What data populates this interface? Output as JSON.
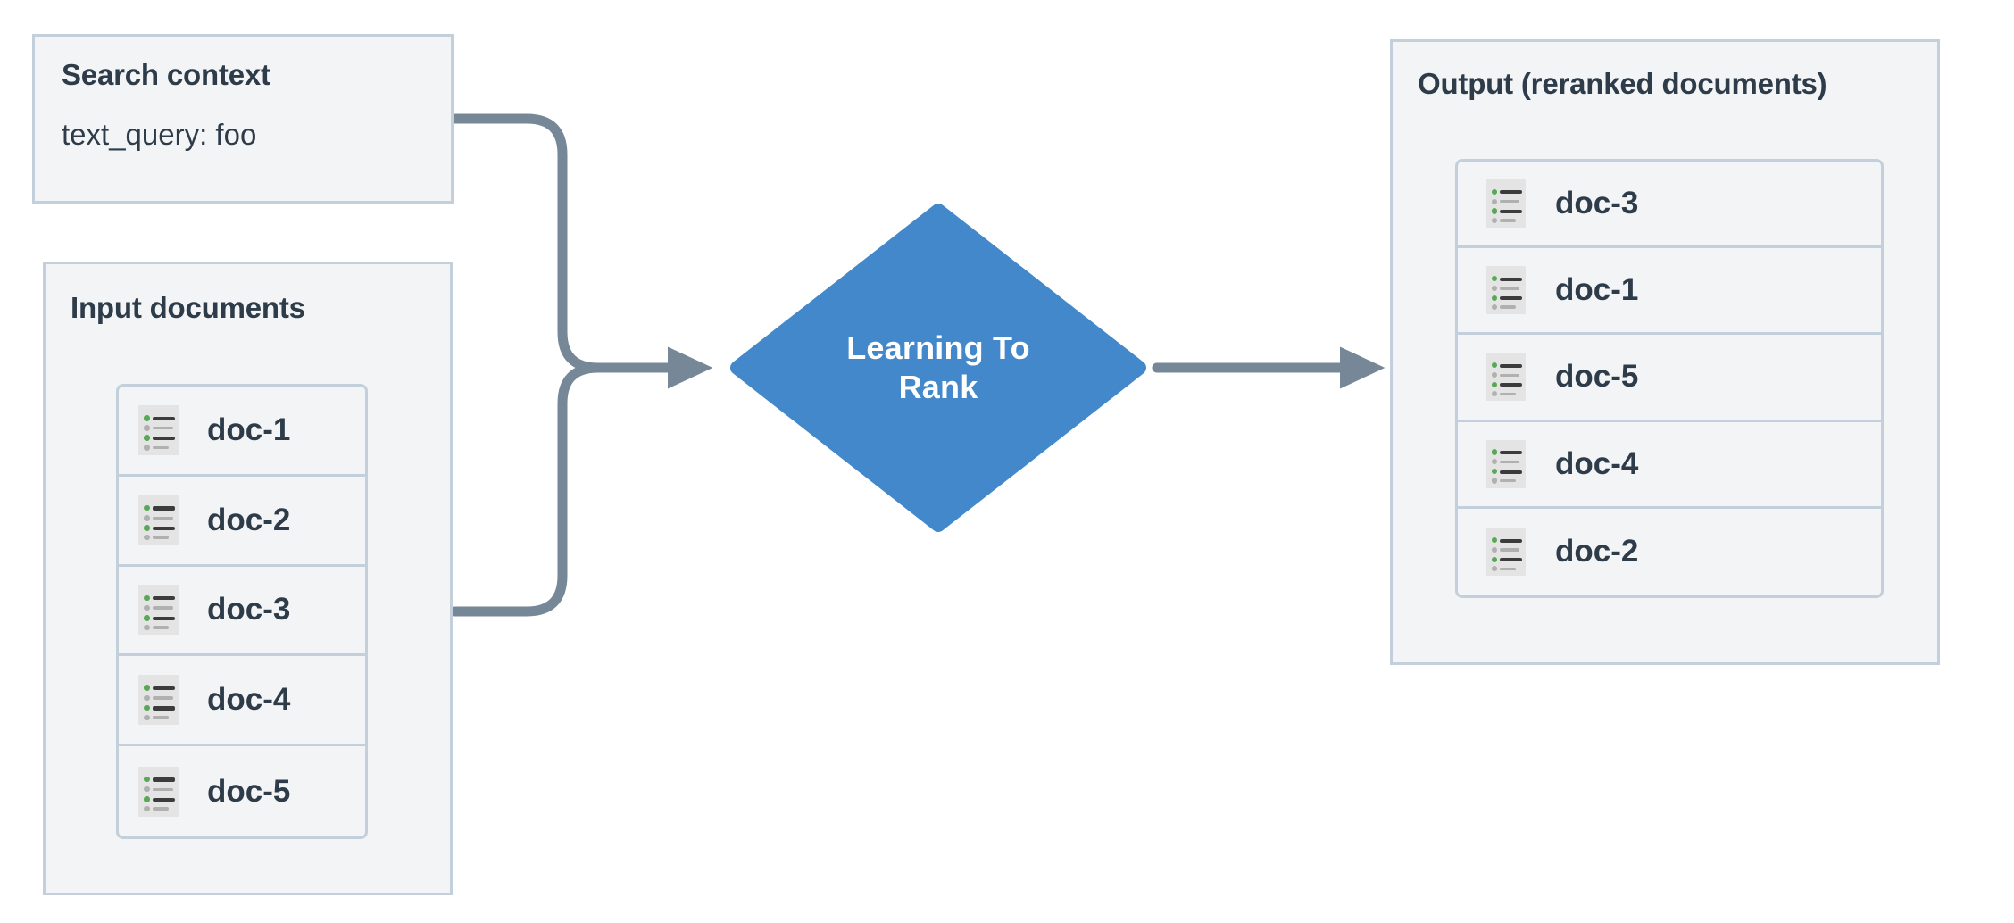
{
  "diagram": {
    "title": "Learning To Rank reranking flow",
    "colors": {
      "panel_bg": "#f2f4f6",
      "panel_border": "#c3cfda",
      "text": "#2e3b49",
      "node_fill": "#4288ca",
      "node_text": "#ffffff",
      "connector": "#768797",
      "icon_bg": "#e4e4e4",
      "icon_accent_green": "#57a857",
      "icon_bar_dark": "#3c3c3c",
      "icon_bar_gray": "#b0b0b0"
    }
  },
  "search_context": {
    "title": "Search context",
    "query_line": "text_query: foo"
  },
  "input_documents": {
    "title": "Input documents",
    "documents": [
      {
        "label": "doc-1",
        "icon": "document-list-icon"
      },
      {
        "label": "doc-2",
        "icon": "document-list-icon"
      },
      {
        "label": "doc-3",
        "icon": "document-list-icon"
      },
      {
        "label": "doc-4",
        "icon": "document-list-icon"
      },
      {
        "label": "doc-5",
        "icon": "document-list-icon"
      }
    ]
  },
  "process_node": {
    "label_line_1": "Learning To",
    "label_line_2": "Rank",
    "shape": "diamond"
  },
  "output": {
    "title": "Output (reranked documents)",
    "documents": [
      {
        "label": "doc-3",
        "icon": "document-list-icon"
      },
      {
        "label": "doc-1",
        "icon": "document-list-icon"
      },
      {
        "label": "doc-5",
        "icon": "document-list-icon"
      },
      {
        "label": "doc-4",
        "icon": "document-list-icon"
      },
      {
        "label": "doc-2",
        "icon": "document-list-icon"
      }
    ]
  },
  "connectors": [
    {
      "from": "search-context",
      "to": "process-node",
      "style": "elbow-arrow"
    },
    {
      "from": "input-documents",
      "to": "process-node",
      "style": "elbow-arrow"
    },
    {
      "from": "process-node",
      "to": "output",
      "style": "straight-arrow"
    }
  ]
}
